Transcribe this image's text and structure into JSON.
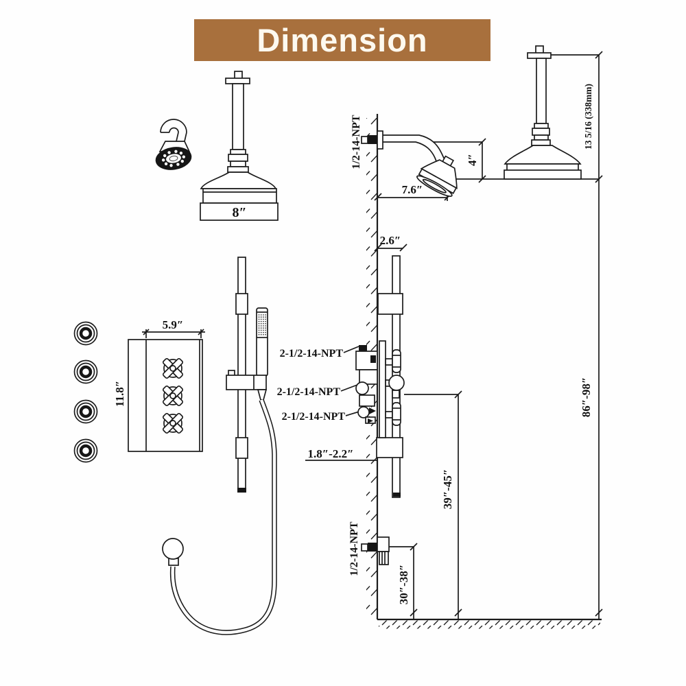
{
  "banner": {
    "title": "Dimension",
    "background_color": "#a8703d",
    "text_color": "#fdf9ef"
  },
  "drawing": {
    "line_color": "#1b1b1b",
    "labels": {
      "rain_head_diameter": "8″",
      "trim_plate_width": "5.9″",
      "trim_plate_height": "11.8″",
      "shower_arm_thread": "1/2-14-NPT",
      "shower_arm_length": "7.6″",
      "arm_head_drop": "4″",
      "slide_bar_offset": "2.6″",
      "ceiling_arm_drop": "13 5/16 (338mm)",
      "valve_port_top_thread": "2-1/2-14-NPT",
      "valve_port_middle_thread": "2-1/2-14-NPT",
      "valve_port_bottom_thread": "2-1/2-14-NPT",
      "valve_rough_in_depth": "1.8″-2.2″",
      "valve_height_range": "39″-45″",
      "outlet_height_range": "30″-38″",
      "outlet_thread": "1/2-14-NPT",
      "rain_head_height_range": "86″-98″"
    }
  }
}
